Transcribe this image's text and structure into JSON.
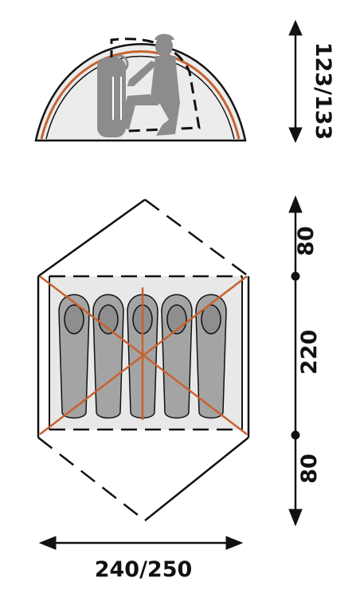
{
  "dimensions": {
    "height": "123/133",
    "vestibule_front": "80",
    "inner_length": "220",
    "vestibule_back": "80",
    "width": "240/250"
  },
  "colors": {
    "pole": "#c8622e",
    "line": "#111111",
    "floor": "#e8e8e8",
    "dome_fill": "#ececec",
    "figure": "#8c8c8c",
    "sleeping_bag": "#a4a4a4",
    "sleeping_bag_hood": "#8e8e8e"
  },
  "icons": {
    "side_view": "dome-tent-side-view-with-seated-person",
    "top_view": "tent-floor-plan-with-five-sleeping-bags"
  },
  "sleeping_bags": 5
}
